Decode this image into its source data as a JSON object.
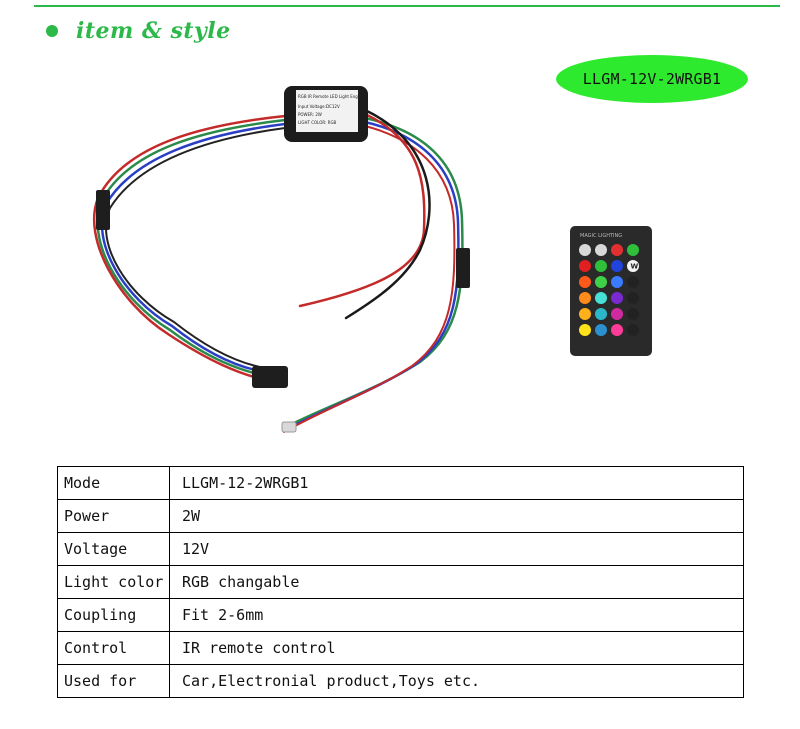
{
  "section": {
    "title": "item & style"
  },
  "badge": {
    "model": "LLGM-12V-2WRGB1"
  },
  "controller_label": {
    "line1": "RGB IR Remote LED Light Engine",
    "line2": "Input Voltage:DC12V",
    "line3": "POWER: 2W",
    "line4": "LIGHT COLOR: RGB"
  },
  "remote": {
    "brand": "MAGIC LIGHTING",
    "white_key": "W"
  },
  "specs": {
    "rows": [
      {
        "label": "Mode",
        "value": "LLGM-12-2WRGB1"
      },
      {
        "label": "Power",
        "value": "2W"
      },
      {
        "label": "Voltage",
        "value": "12V"
      },
      {
        "label": "Light color",
        "value": "RGB changable"
      },
      {
        "label": "Coupling",
        "value": "Fit 2-6mm"
      },
      {
        "label": "Control",
        "value": "IR remote control"
      },
      {
        "label": "Used for",
        "value": "Car,Electronial product,Toys etc."
      }
    ]
  },
  "colors": {
    "accent_green": "#2db84a",
    "badge_green": "#2eea2e"
  }
}
